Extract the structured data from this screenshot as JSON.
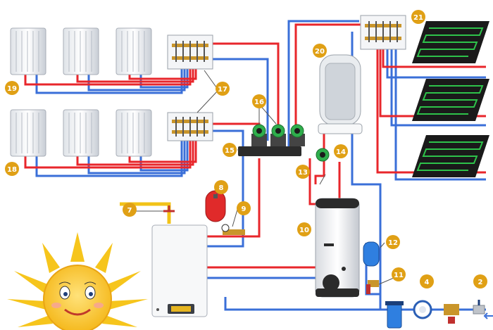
{
  "diagram": {
    "colors": {
      "hot_pipe": "#e8262b",
      "cold_pipe": "#3a6fd8",
      "badge": "#e0a015",
      "gas_pipe": "#f2c318",
      "floor_heating_mat": "#1a1a1a",
      "floor_heating_coil": "#2ec24a",
      "sun": "#f6c51c",
      "expansion_tank": "#e02a2a",
      "accumulator_tank": "#2f7fe0"
    },
    "labels": {
      "l2": "2",
      "l4": "4",
      "l7": "7",
      "l8": "8",
      "l9": "9",
      "l10": "10",
      "l11": "11",
      "l12": "12",
      "l13": "13",
      "l14": "14",
      "l15": "15",
      "l16": "16",
      "l17": "17",
      "l18": "18",
      "l19": "19",
      "l20": "20",
      "l21": "21"
    },
    "components": {
      "radiators": "radiator-icon",
      "manifolds": "manifold-icon",
      "pumps": "circulation-pump-icon",
      "boiler": "gas-boiler-icon",
      "water_heater": "indirect-water-heater-icon",
      "shower": "shower-cabin-icon",
      "floor_heating": "floor-heating-loop-icon",
      "sun": "sun-face-icon",
      "meter": "water-meter-icon",
      "filter": "water-filter-icon"
    }
  }
}
